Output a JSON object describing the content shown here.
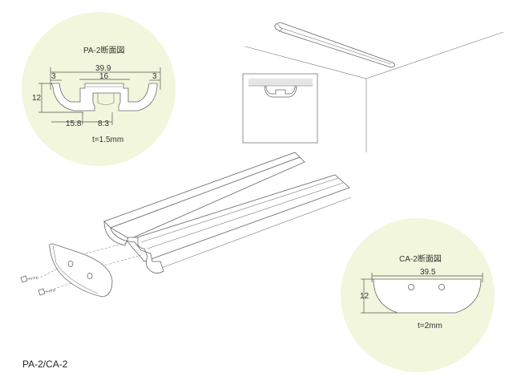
{
  "pa2_detail": {
    "title": "PA-2断面図",
    "width_total": "39.9",
    "width_inner": "16",
    "flange_left": "3",
    "flange_right": "3",
    "height": "12",
    "offset_left": "15.8",
    "offset_mid": "8.3",
    "thickness": "t=1.5mm",
    "bg_color": "#f2f6dc"
  },
  "ca2_detail": {
    "title": "CA-2断面図",
    "width_total": "39.5",
    "height": "12",
    "thickness": "t=2mm",
    "bg_color": "#f2f6dc"
  },
  "footer": {
    "model_label": "PA-2/CA-2"
  }
}
